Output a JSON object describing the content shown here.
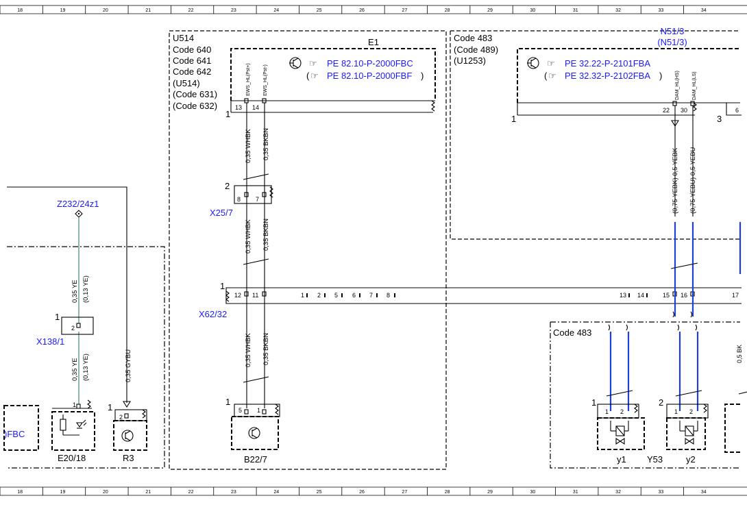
{
  "ruler": {
    "top_cells": [
      "18",
      "19",
      "20",
      "21",
      "22",
      "23",
      "24",
      "25",
      "26",
      "27",
      "28",
      "29",
      "30",
      "31",
      "32",
      "33",
      "34"
    ],
    "bottom_cells": [
      "18",
      "19",
      "20",
      "21",
      "22",
      "23",
      "24",
      "25",
      "26",
      "27",
      "28",
      "29",
      "30",
      "31",
      "32",
      "33",
      "34"
    ]
  },
  "u514_box": {
    "codes": [
      "U514",
      "Code 640",
      "Code 641",
      "Code 642",
      "(U514)",
      "(Code 631)",
      "(Code 632)"
    ]
  },
  "e1": {
    "title": "E1",
    "ref1": "PE 82.10-P-2000FBC",
    "ref2": "PE 82.10-P-2000FBF",
    "paren_open": "(",
    "paren_close": ")",
    "signal1": "EWS_HL(Pst+)",
    "signal2": "EWS_HL(Pst-)",
    "pin1": "13",
    "pin2": "14",
    "conn_num": "1"
  },
  "code483_box": {
    "codes": [
      "Code 483",
      "(Code 489)",
      "(U1253)"
    ],
    "conn_num1": "1",
    "conn_num3": "3"
  },
  "n51": {
    "title1": "N51/3",
    "title2": "(N51/3)",
    "ref1": "PE 32.22-P-2101FBA",
    "ref2": "PE 32.32-P-2102FBA",
    "paren_open": "(",
    "paren_close": ")",
    "signal1": "DAM_HL(HS)",
    "signal2": "DAM_HL(LS)",
    "pin1": "22",
    "pin2": "30",
    "pin_edge": "6"
  },
  "wires": {
    "whbk": "0,35 WHBK",
    "bkbn": "0,35 BKBN",
    "yebk": "(0,75 YEBK) 0,5 YEBK",
    "yebu": "(0,75 YEBU) 0,5 YEBU",
    "ye": "0,35 YE",
    "ye_alt": "(0,13 YE)",
    "gybu": "0,35 GYBU",
    "edge_partial": "0,5 BK"
  },
  "x25": {
    "name": "X25/7",
    "pin_a": "8",
    "pin_b": "7",
    "conn_num": "2"
  },
  "z232": {
    "name": "Z232/24z1"
  },
  "x138": {
    "name": "X138/1",
    "pin": "2",
    "conn_num": "1"
  },
  "x62": {
    "name": "X62/32",
    "conn_num": "1",
    "pins": [
      "12",
      "11",
      "1",
      "2",
      "5",
      "6",
      "7",
      "8",
      "13",
      "14",
      "15",
      "16",
      "17"
    ]
  },
  "b22": {
    "name": "B22/7",
    "pin_a": "5",
    "pin_b": "1",
    "conn_num": "1"
  },
  "e20": {
    "name": "E20/18",
    "pin": "1"
  },
  "r3": {
    "name": "R3",
    "pin": "2",
    "conn_num": "1"
  },
  "left_partial": {
    "text": ")FBC"
  },
  "y53": {
    "code": "Code 483",
    "name": "Y53",
    "y1": "y1",
    "y2": "y2",
    "conn1": "1",
    "conn2": "2",
    "pin1": "1",
    "pin2": "2"
  }
}
